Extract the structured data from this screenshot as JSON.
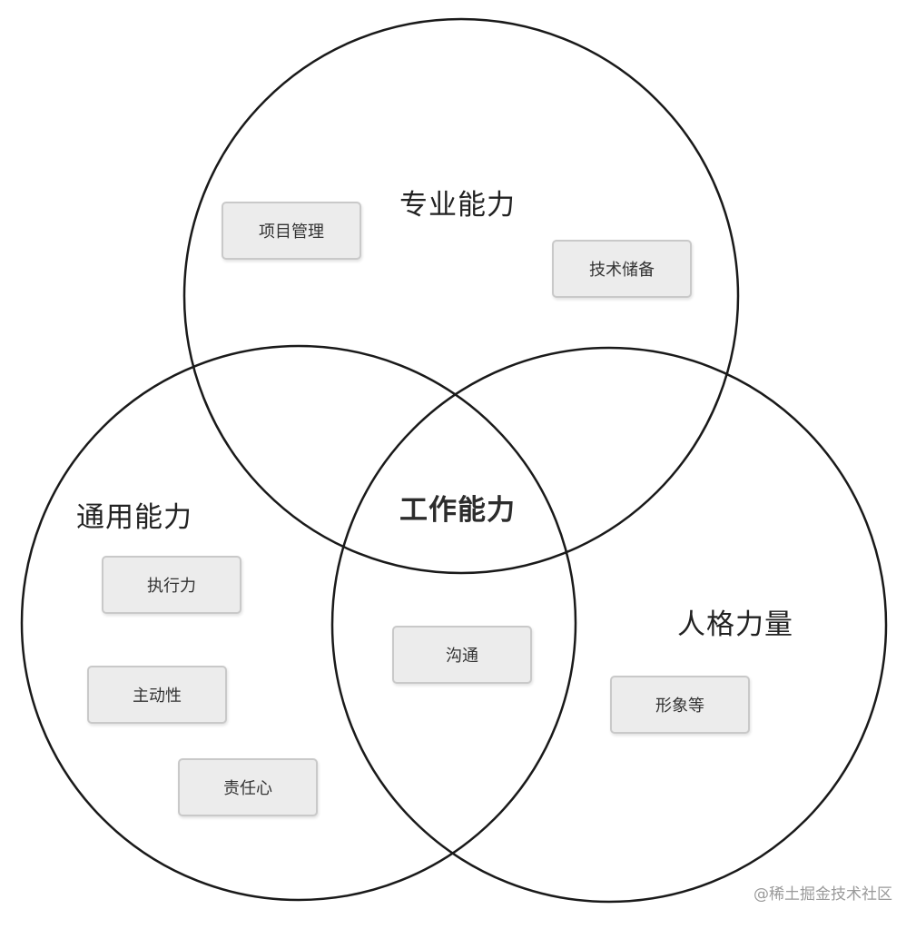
{
  "circles": {
    "professional": {
      "title": "专业能力"
    },
    "general": {
      "title": "通用能力"
    },
    "personality": {
      "title": "人格力量"
    },
    "center": {
      "title": "工作能力"
    }
  },
  "boxes": {
    "project_management": "项目管理",
    "tech_reserve": "技术储备",
    "execution": "执行力",
    "initiative": "主动性",
    "responsibility": "责任心",
    "communication": "沟通",
    "image": "形象等"
  },
  "watermark": "@稀土掘金技术社区"
}
